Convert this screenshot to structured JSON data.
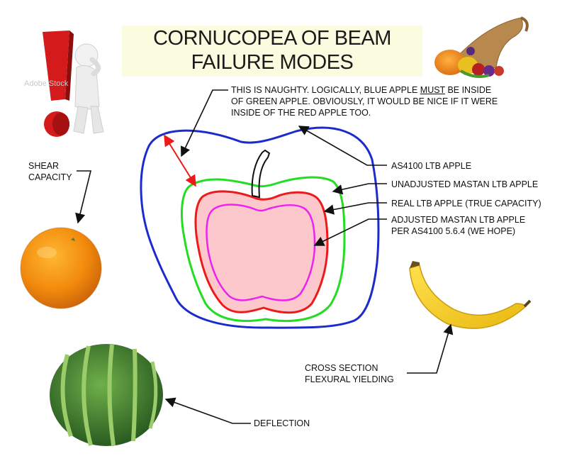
{
  "title": {
    "line1": "CORNUCOPEA OF BEAM",
    "line2": "FAILURE MODES"
  },
  "note": {
    "part1": "THIS IS NAUGHTY.  LOGICALLY, BLUE APPLE ",
    "emphasis": "MUST",
    "part2": " BE INSIDE OF GREEN APPLE.  OBVIOUSLY, IT WOULD BE NICE IF IT WERE INSIDE OF THE RED APPLE TOO."
  },
  "apples": {
    "blue": {
      "label": "AS4100 LTB APPLE",
      "color": "#1c2ccc"
    },
    "green": {
      "label": "UNADJUSTED MASTAN LTB APPLE",
      "color": "#22dd22"
    },
    "red": {
      "label": "REAL LTB APPLE (TRUE CAPACITY)",
      "color": "#ee1a1a",
      "fill": "#fcc8cc"
    },
    "magenta": {
      "line1": "ADJUSTED MASTAN LTB APPLE",
      "line2": "PER AS4100 5.6.4 (WE HOPE)",
      "color": "#ee22ee"
    }
  },
  "fruits": {
    "orange": {
      "line1": "SHEAR",
      "line2": "CAPACITY"
    },
    "banana": {
      "line1": "CROSS SECTION",
      "line2": "FLEXURAL YIELDING"
    },
    "watermelon": {
      "label": "DEFLECTION"
    }
  },
  "watermark": "Adobe Stock"
}
